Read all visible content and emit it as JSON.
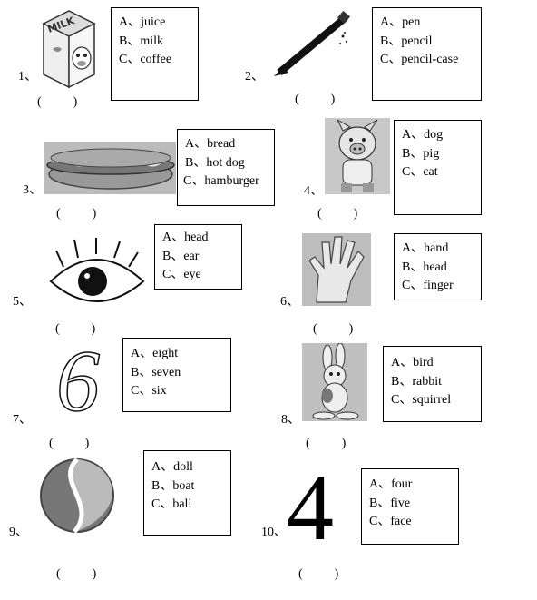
{
  "questions": [
    {
      "num": "1、",
      "paren": "(          )",
      "options": [
        "A、juice",
        "B、milk",
        "C、coffee"
      ],
      "picture": "milk-carton-icon"
    },
    {
      "num": "2、",
      "paren": "(          )",
      "options": [
        "A、pen",
        "B、pencil",
        "C、pencil-case"
      ],
      "picture": "pencil-icon"
    },
    {
      "num": "3、",
      "paren": "(          )",
      "options": [
        "A、bread",
        "B、hot dog",
        "C、hamburger"
      ],
      "picture": "hot-dog-icon"
    },
    {
      "num": "4、",
      "paren": "(          )",
      "options": [
        "A、dog",
        "B、pig",
        "C、cat"
      ],
      "picture": "pig-icon"
    },
    {
      "num": "5、",
      "paren": "(          )",
      "options": [
        "A、head",
        "B、ear",
        "C、eye"
      ],
      "picture": "eye-icon"
    },
    {
      "num": "6、",
      "paren": "(          )",
      "options": [
        "A、hand",
        "B、head",
        "C、finger"
      ],
      "picture": "hand-icon"
    },
    {
      "num": "7、",
      "paren": "(          )",
      "options": [
        "A、eight",
        "B、seven",
        "C、six"
      ],
      "picture": "number-six-icon",
      "glyph": "6"
    },
    {
      "num": "8、",
      "paren": "(          )",
      "options": [
        "A、bird",
        "B、rabbit",
        "C、squirrel"
      ],
      "picture": "rabbit-icon"
    },
    {
      "num": "9、",
      "paren": "(          )",
      "options": [
        "A、doll",
        "B、boat",
        "C、ball"
      ],
      "picture": "ball-icon"
    },
    {
      "num": "10、",
      "paren": "(          )",
      "options": [
        "A、four",
        "B、five",
        "C、face"
      ],
      "picture": "number-four-icon",
      "glyph": "4"
    }
  ]
}
